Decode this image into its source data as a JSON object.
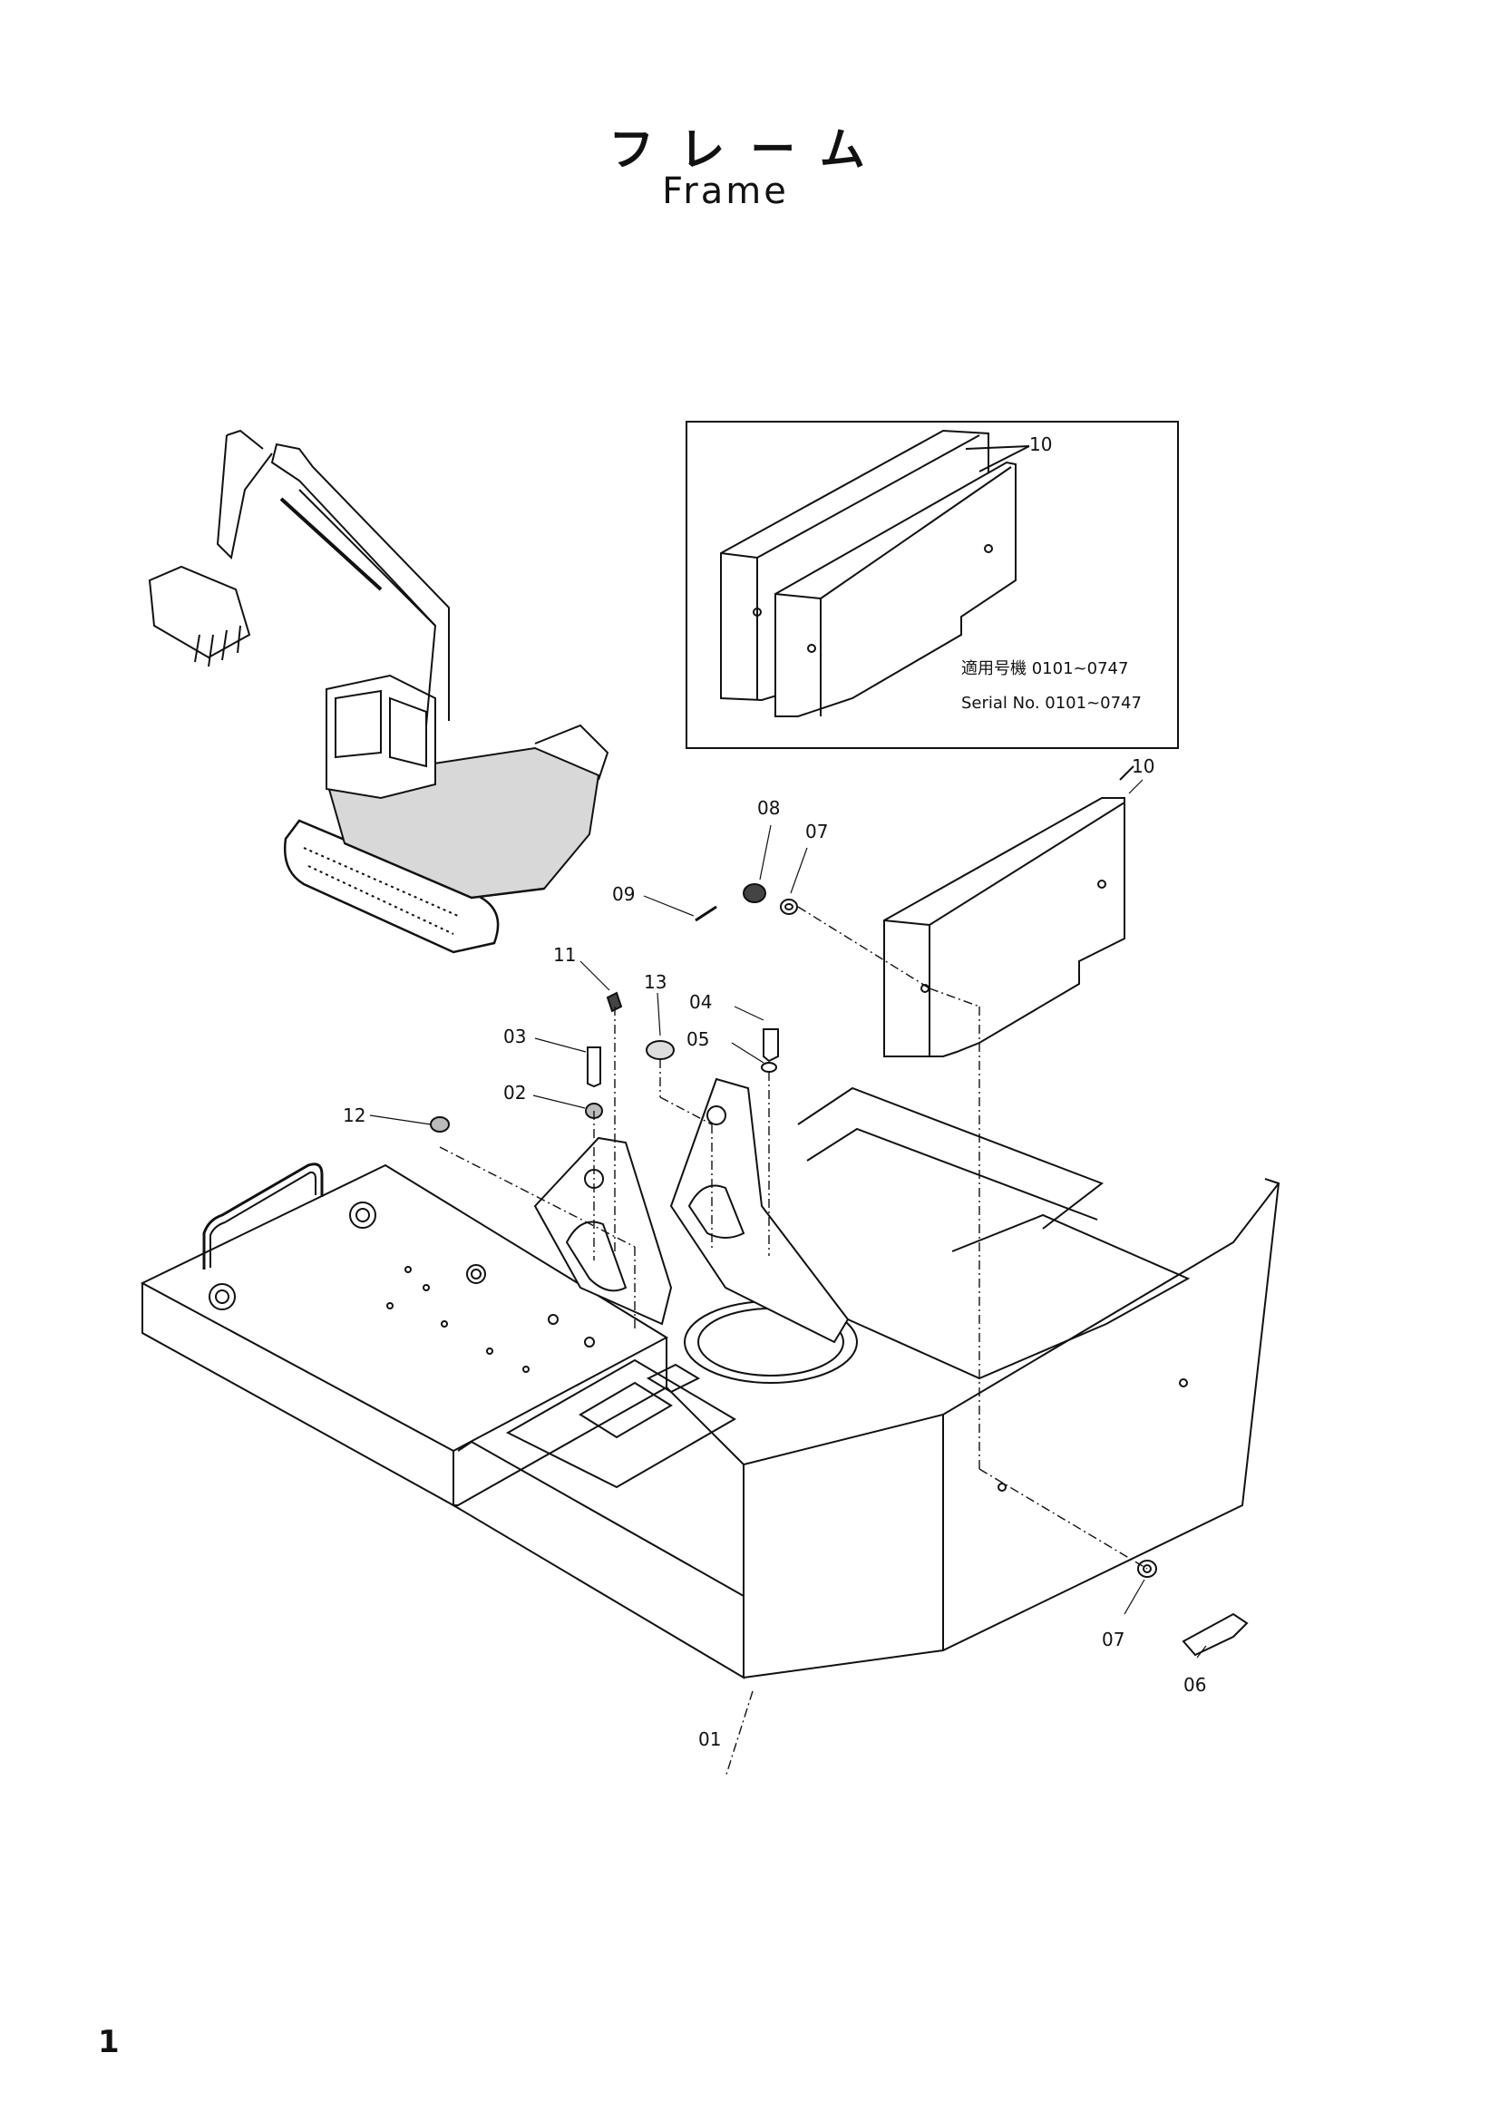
{
  "title": {
    "jp": "フレーム",
    "en": "Frame"
  },
  "page_number": "1",
  "inset": {
    "line1": "適用号機 0101~0747",
    "line2": "Serial No. 0101~0747",
    "label": "10"
  },
  "callouts": {
    "c01": "01",
    "c02": "02",
    "c03": "03",
    "c04": "04",
    "c05": "05",
    "c06": "06",
    "c07a": "07",
    "c07b": "07",
    "c08": "08",
    "c09": "09",
    "c10": "10",
    "c11": "11",
    "c12": "12",
    "c13": "13"
  }
}
